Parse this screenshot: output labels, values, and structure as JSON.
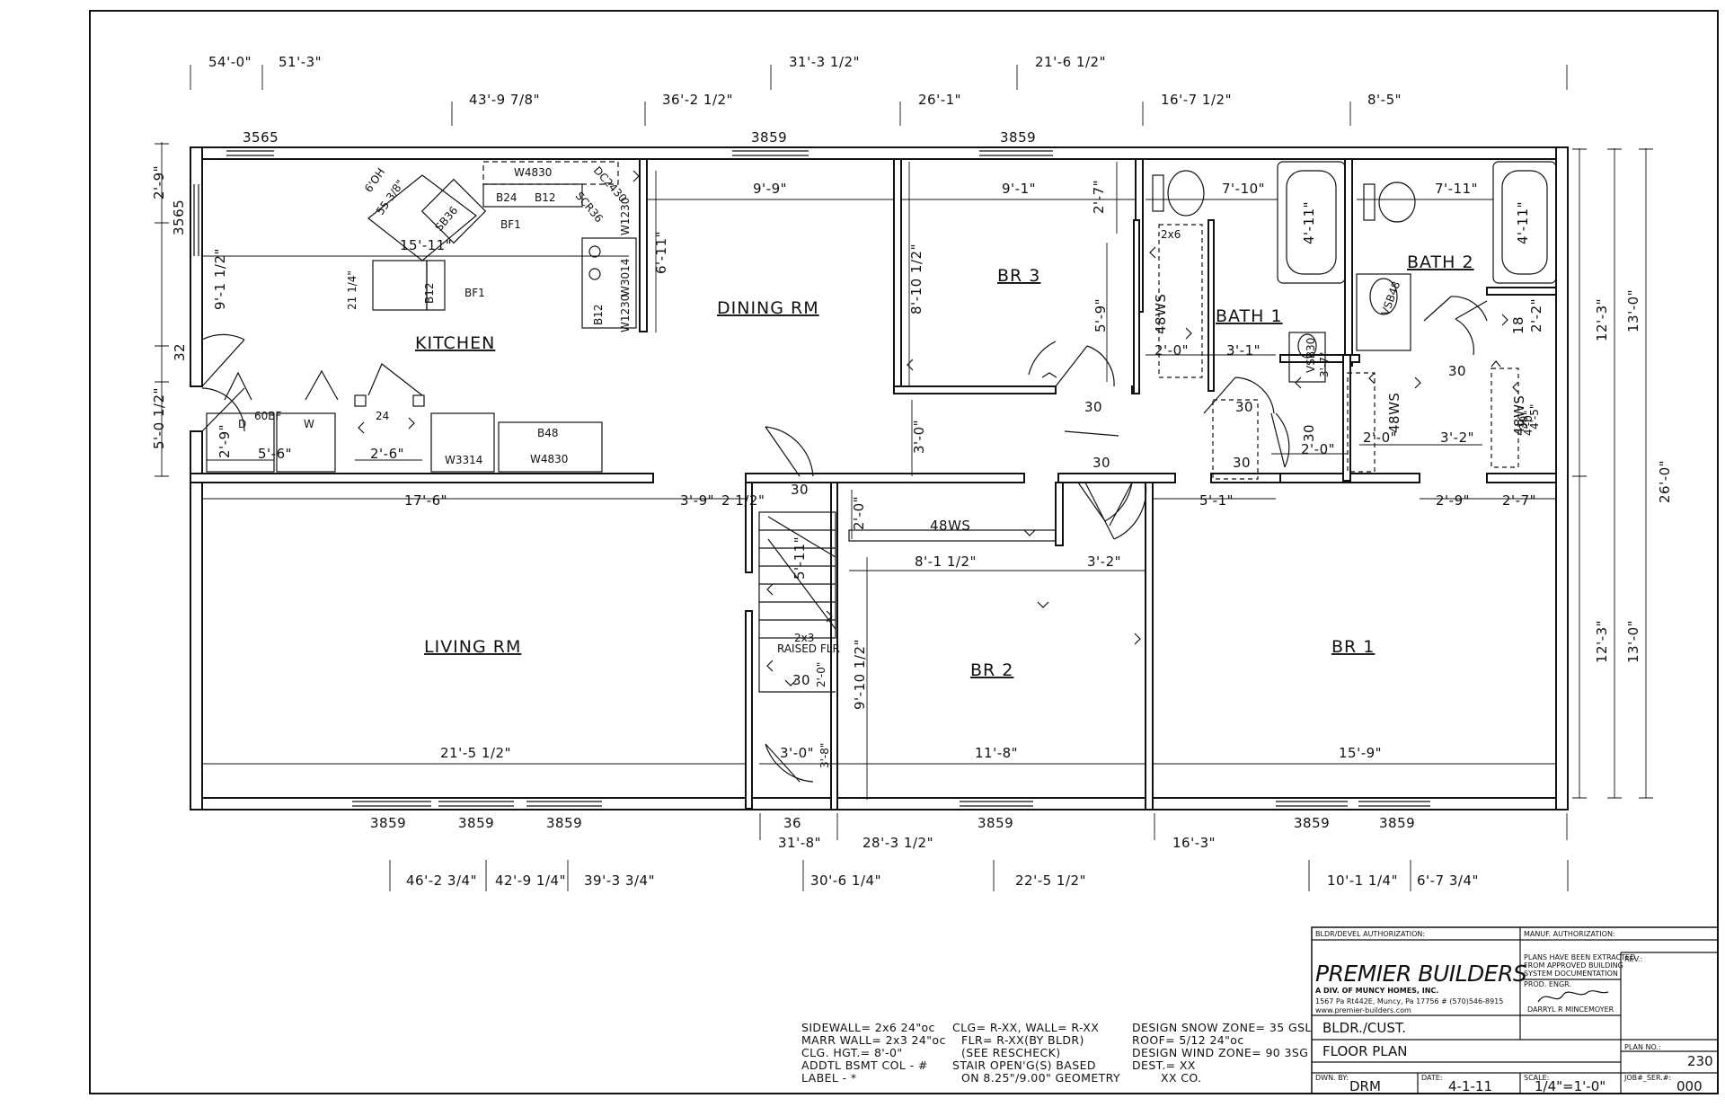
{
  "rooms": {
    "kitchen": "KITCHEN",
    "dining": "DINING RM",
    "br3": "BR 3",
    "bath1": "BATH 1",
    "bath2": "BATH 2",
    "living": "LIVING RM",
    "br2": "BR 2",
    "br1": "BR 1"
  },
  "top_dims": {
    "row1": [
      "54'-0\"",
      "51'-3\"",
      "31'-3 1/2\"",
      "21'-6 1/2\""
    ],
    "row2": [
      "43'-9 7/8\"",
      "36'-2 1/2\"",
      "26'-1\"",
      "16'-7 1/2\"",
      "8'-5\""
    ]
  },
  "bottom_dims": {
    "row1": [
      "36",
      "31'-8\"",
      "28'-3 1/2\"",
      "16'-3\""
    ],
    "row2": [
      "46'-2 3/4\"",
      "42'-9 1/4\"",
      "39'-3 3/4\"",
      "30'-6 1/4\"",
      "22'-5 1/2\"",
      "10'-1 1/4\"",
      "6'-7 3/4\""
    ]
  },
  "windows": {
    "w3565": "3565",
    "w3859": "3859"
  },
  "left_dims": [
    "2'-9\"",
    "3565",
    "9'-1 1/2\"",
    "32",
    "5'-0 1/2\""
  ],
  "right_dims": [
    "12'-3\"",
    "13'-0\"",
    "26'-0\"",
    "12'-3\"",
    "13'-0\""
  ],
  "interior_dims": {
    "d_9_9": "9'-9\"",
    "d_9_1": "9'-1\"",
    "d_2_7": "2'-7\"",
    "d_7_10": "7'-10\"",
    "d_7_11": "7'-11\"",
    "d_4_11a": "4'-11\"",
    "d_4_11b": "4'-11\"",
    "d_6_11": "6'-11\"",
    "d_8_10": "8'-10 1/2\"",
    "d_5_9": "5'-9\"",
    "d_2_0a": "2'-0\"",
    "d_3_1": "3'-1\"",
    "d_3_7": "3'-7\"",
    "d_2_2": "2'-2\"",
    "d_18": "18",
    "d_4_5": "4'-5\"",
    "d_2_0b": "2'-0\"",
    "d_2_0c": "2'-0\"",
    "d_3_2a": "3'-2\"",
    "d_4_0": "4'-0\"",
    "d_3_0a": "3'-0\"",
    "d_17_6": "17'-6\"",
    "d_3_9": "3'-9\"",
    "d_2_1_2": "2 1/2\"",
    "d_5_1": "5'-1\"",
    "d_2_9b": "2'-9\"",
    "d_2_7b": "2'-7\"",
    "d_2_0d": "2'-0\"",
    "d_8_1": "8'-1 1/2\"",
    "d_3_2b": "3'-2\"",
    "d_5_11": "5'-11\"",
    "d_9_10": "9'-10 1/2\"",
    "d_2_0e": "2'-0\"",
    "d_21_5": "21'-5 1/2\"",
    "d_3_0b": "3'-0\"",
    "d_3_8": "3'-8\"",
    "d_11_8": "11'-8\"",
    "d_15_9": "15'-9\"",
    "d_2_9a": "2'-9\"",
    "d_5_6": "5'-6\"",
    "d_2_6": "2'-6\"",
    "d_21_1_4": "21 1/4\"",
    "d_15_11": "15'-11\"",
    "d_55_3_8": "55 3/8\""
  },
  "fixtures": {
    "w4830a": "W4830",
    "dc2430": "DC2430",
    "b24": "B24",
    "b12a": "B12",
    "scr36": "SCR36",
    "w1230a": "W1230",
    "w3014": "W3014",
    "w1230b": "W1230",
    "b12b": "B12",
    "b12c": "B12",
    "oh": "6'OH",
    "sb36": "SB36",
    "bf1a": "BF1",
    "bf1b": "BF1",
    "d": "D",
    "w": "W",
    "bf60": "60BF",
    "n24": "24",
    "w3314": "W3314",
    "b48": "B48",
    "w4830b": "W4830",
    "ws48a": "48WS",
    "ws48b": "48WS",
    "ws48c": "48WS",
    "ws48d": "48WS",
    "x2x6": "2x6",
    "vsb30": "VSB30",
    "vsb48": "VSB48",
    "n30a": "30",
    "n30b": "30",
    "n30c": "30",
    "n30d": "30",
    "n30e": "30",
    "n30f": "30",
    "n30g": "30",
    "n30h": "30",
    "n30i": "30",
    "x2x3": "2x3",
    "raised": "RAISED FLR"
  },
  "notes": {
    "col1": [
      "SIDEWALL=  2x6 24\"oc",
      "MARR WALL= 2x3 24\"oc",
      "CLG. HGT.=  8'-0\"",
      "ADDTL BSMT COL - #",
      "LABEL - *"
    ],
    "col2": [
      "CLG= R-XX, WALL= R-XX",
      "FLR= R-XX(BY BLDR)",
      "(SEE RESCHECK)",
      "STAIR OPEN'G(S) BASED",
      "ON 8.25\"/9.00\" GEOMETRY"
    ],
    "col3": [
      "DESIGN SNOW ZONE= 35 GSL",
      "ROOF= 5/12 24\"oc",
      "DESIGN WIND ZONE= 90 3SG",
      "DEST.= XX",
      "XX CO."
    ]
  },
  "title_block": {
    "bldr_auth": "BLDR/DEVEL AUTHORIZATION:",
    "manuf_auth": "MANUF. AUTHORIZATION:",
    "company": "PREMIER BUILDERS",
    "division": "A DIV. OF MUNCY HOMES, INC.",
    "address": "1567 Pa Rt442E, Muncy, Pa 17756  # (570)546-8915",
    "website": "www.premier-builders.com",
    "extract_note": [
      "PLANS HAVE BEEN EXTRACTED",
      "FROM APPROVED BUILDING",
      "SYSTEM DOCUMENTATION"
    ],
    "prod_engr": "PROD. ENGR.",
    "engineer": "DARRYL R MINCEMOYER",
    "rev_label": "REV.:",
    "customer": "BLDR./CUST.",
    "sheet_title": "FLOOR PLAN",
    "plan_no_label": "PLAN NO.:",
    "plan_no": "230",
    "dwn_by_label": "DWN. BY:",
    "dwn_by": "DRM",
    "date_label": "DATE:",
    "date": "4-1-11",
    "scale_label": "SCALE:",
    "scale": "1/4\"=1'-0\"",
    "job_ser_label": "JOB#_SER.#:",
    "job_ser": "000"
  }
}
